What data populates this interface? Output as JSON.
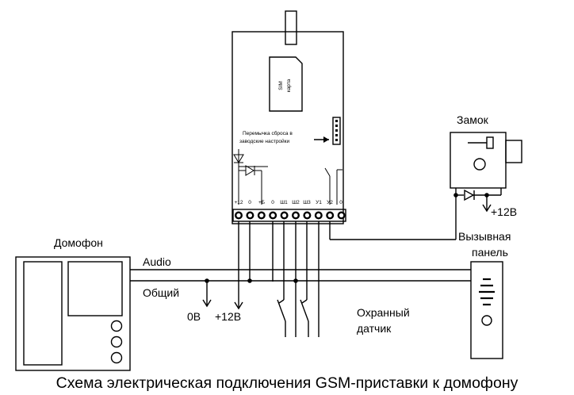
{
  "labels": {
    "domofon": "Домофон",
    "audio": "Audio",
    "common": "Общий",
    "zero_v": "0В",
    "plus12_bottom": "+12В",
    "lock": "Замок",
    "plus12_lock": "+12В",
    "call_panel_line1": "Вызывная",
    "call_panel_line2": "панель",
    "guard_line1": "Охранный",
    "guard_line2": "датчик",
    "caption": "Схема электрическая подключения GSM-приставки к домофону"
  },
  "module": {
    "sim_line1": "SIM",
    "sim_line2": "карта",
    "jumper_line1": "Перемычка сброса в",
    "jumper_line2": "заводские настройки",
    "terminals": [
      "+12",
      "0",
      "+Б",
      "0",
      "Ш1",
      "Ш2",
      "Ш3",
      "У1",
      "У2",
      "0"
    ]
  },
  "colors": {
    "line": "#000000",
    "background": "#ffffff"
  }
}
